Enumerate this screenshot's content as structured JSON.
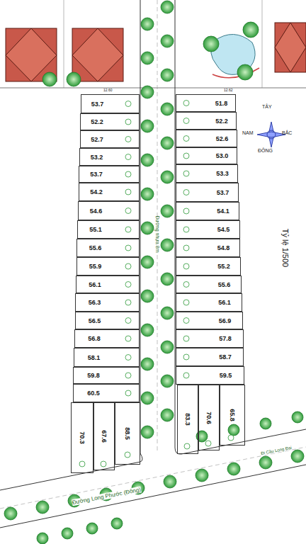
{
  "diagram": {
    "nodes": [
      {
        "text": [
          "53.7"
        ]
      },
      {
        "text": [
          "52.2"
        ]
      },
      {
        "text": [
          "52.7"
        ]
      },
      {
        "text": [
          "53.2"
        ]
      },
      {
        "text": [
          "53.7"
        ]
      },
      {
        "text": [
          "54.2"
        ]
      },
      {
        "text": [
          "54.6"
        ]
      },
      {
        "text": [
          "55.1"
        ]
      },
      {
        "text": [
          "55.6"
        ]
      },
      {
        "text": [
          "55.9"
        ]
      },
      {
        "text": [
          "56.1"
        ]
      },
      {
        "text": [
          "56.3"
        ]
      },
      {
        "text": [
          "56.5"
        ]
      },
      {
        "text": [
          "56.8"
        ]
      },
      {
        "text": [
          "58.1"
        ]
      },
      {
        "text": [
          "59.8"
        ]
      },
      {
        "text": [
          "60.5"
        ]
      },
      {
        "text": [
          "70.3"
        ]
      },
      {
        "text": [
          "67.6"
        ]
      },
      {
        "text": [
          "88.5"
        ]
      },
      {
        "text": [
          "51.8"
        ]
      },
      {
        "text": [
          "52.2"
        ]
      },
      {
        "text": [
          "52.6"
        ]
      },
      {
        "text": [
          "53.0"
        ]
      },
      {
        "text": [
          "53.3"
        ]
      },
      {
        "text": [
          "53.7"
        ]
      },
      {
        "text": [
          "54.1"
        ]
      },
      {
        "text": [
          "54.5"
        ]
      },
      {
        "text": [
          "54.8"
        ]
      },
      {
        "text": [
          "55.2"
        ]
      },
      {
        "text": [
          "55.6"
        ]
      },
      {
        "text": [
          "56.1"
        ]
      },
      {
        "text": [
          "56.9"
        ]
      },
      {
        "text": [
          "57.8"
        ]
      },
      {
        "text": [
          "58.7"
        ]
      },
      {
        "text": [
          "59.5"
        ]
      },
      {
        "text": [
          "83.3"
        ]
      },
      {
        "text": [
          "70.6"
        ]
      },
      {
        "text": [
          "65.8"
        ]
      }
    ],
    "labels": [
      "TÂY",
      "BẮC",
      "NAM",
      "ĐÔNG",
      "Tỷ lệ 1/500",
      "Đường nhựa 8m",
      "Đường Long Phước (Đông)",
      "Đi Cầu Long Đại",
      "12.60",
      "12.62"
    ]
  }
}
